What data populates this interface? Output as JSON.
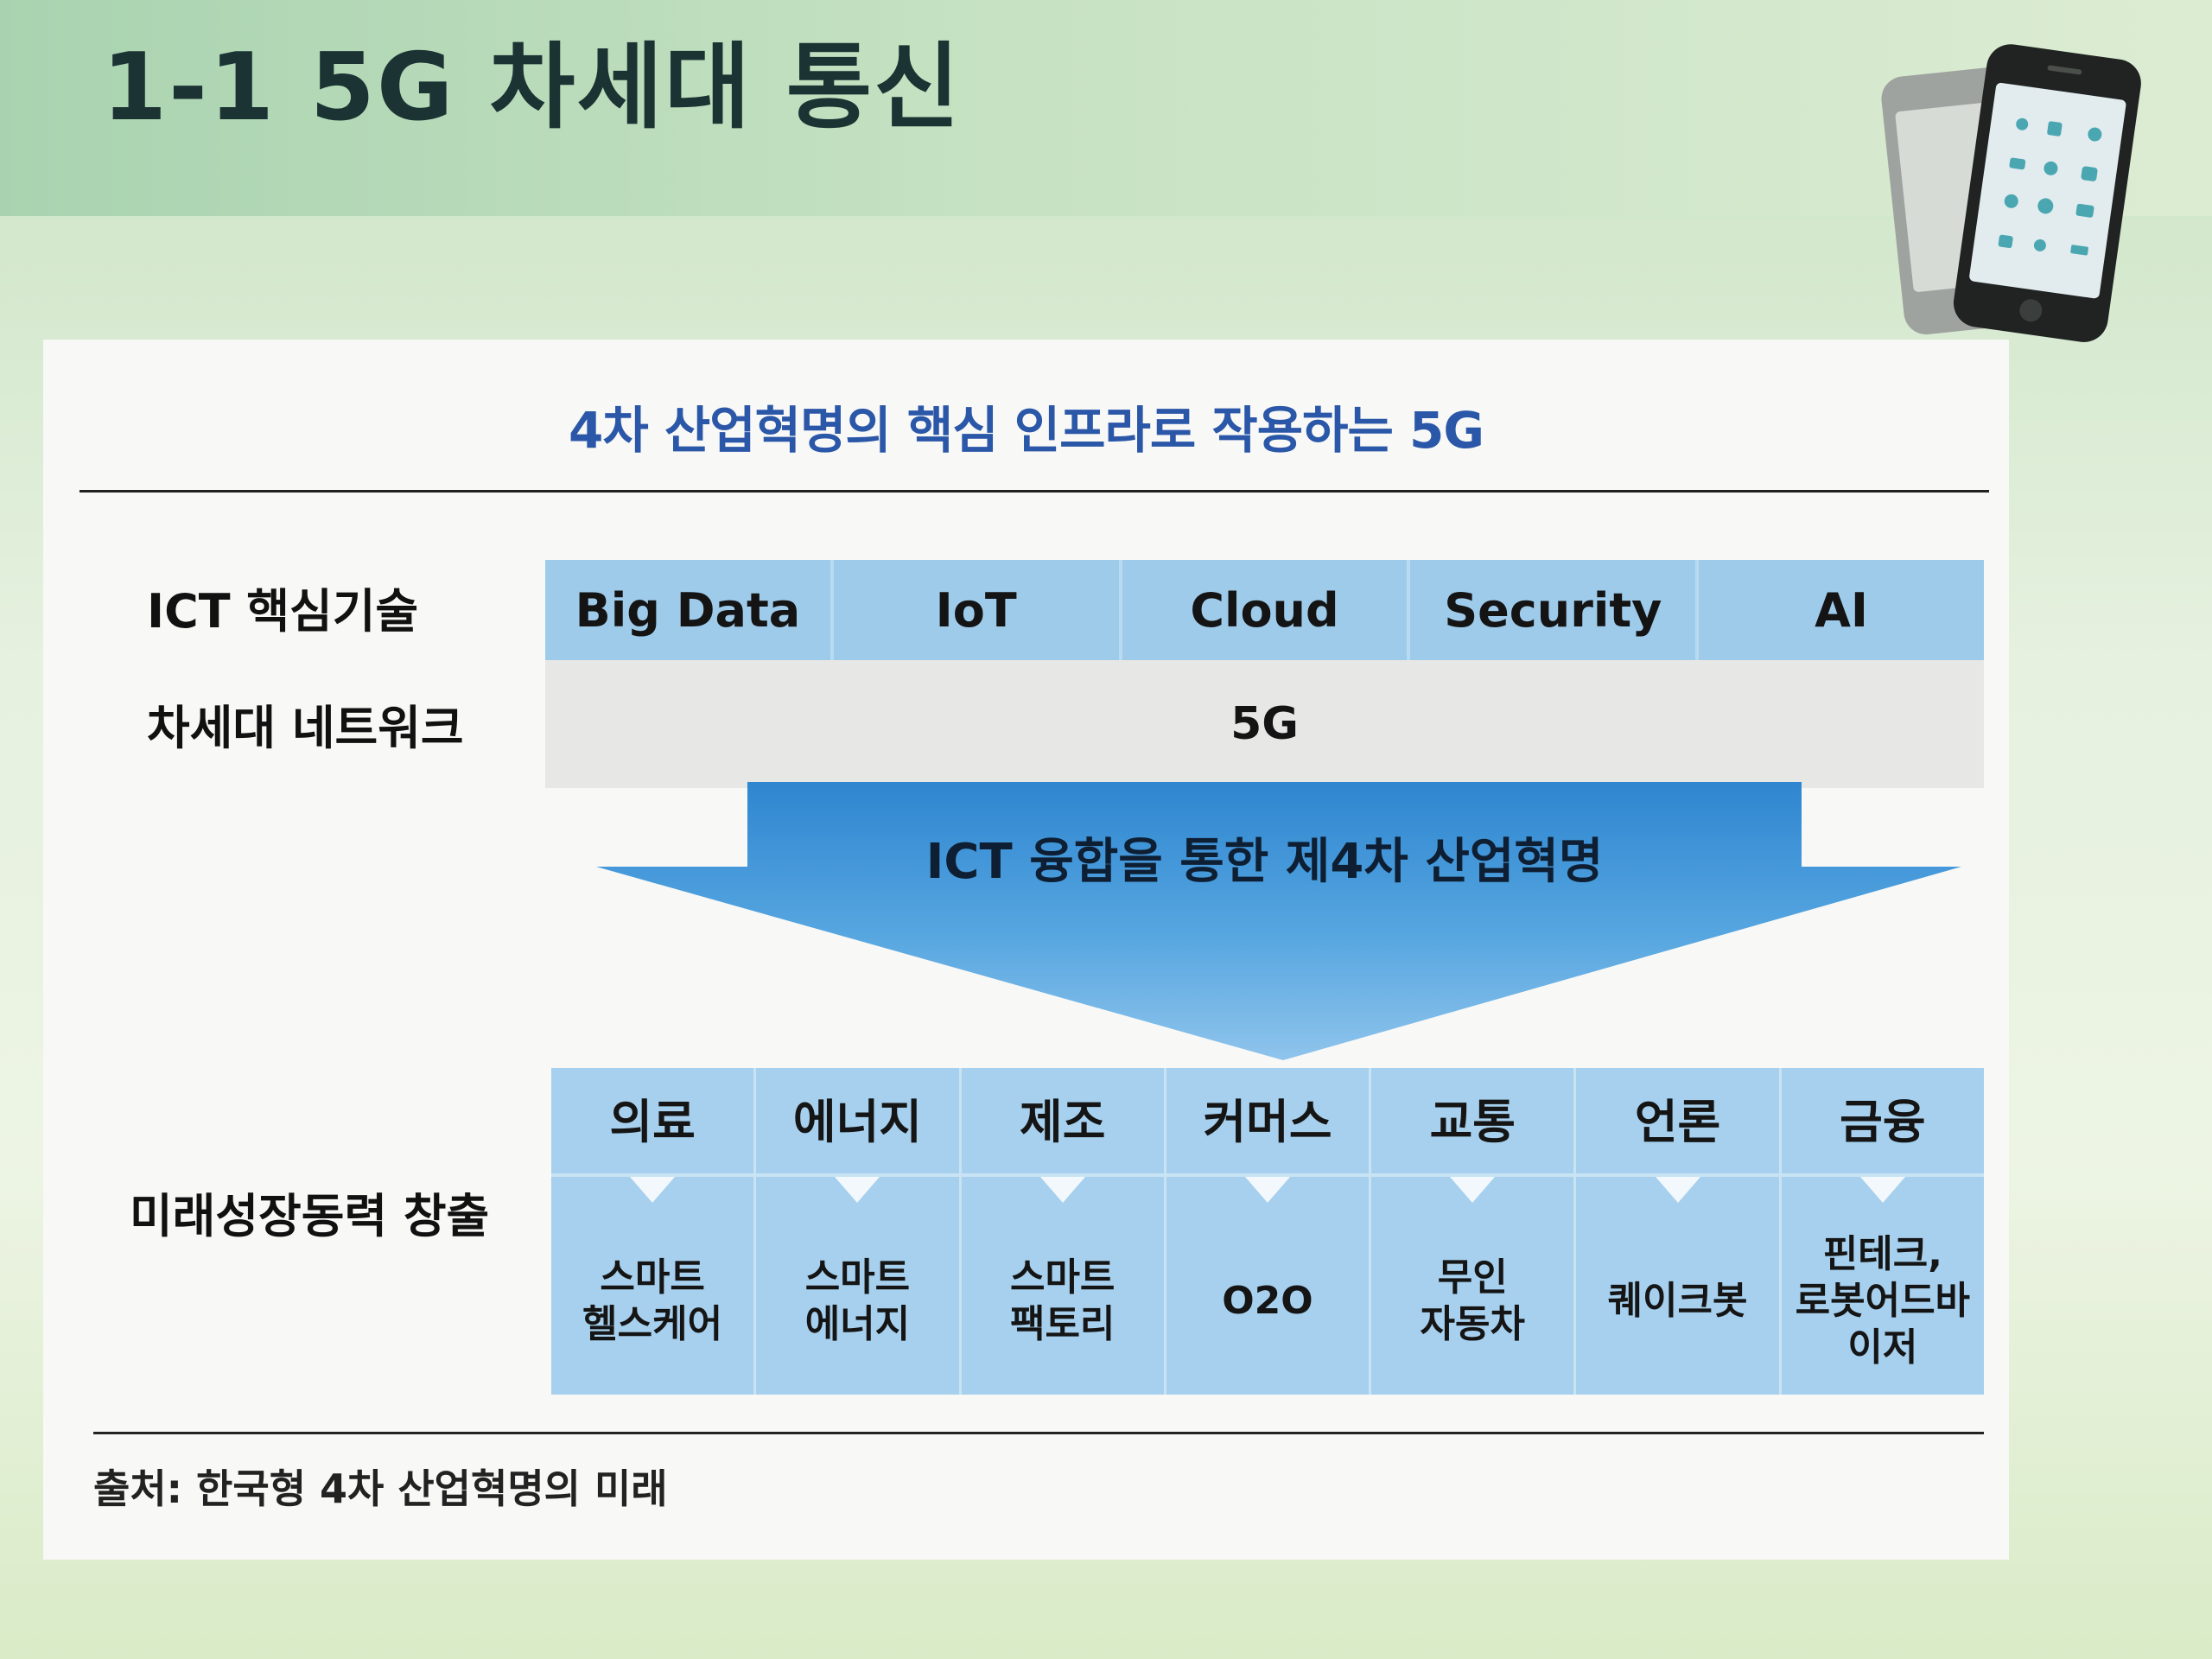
{
  "slide": {
    "title": "1-1 5G 차세대 통신"
  },
  "figure": {
    "title": "4차 산업혁명의 핵심 인프라로 작용하는 5G",
    "row_labels": {
      "tech": "ICT 핵심기술",
      "network": "차세대 네트워크",
      "future": "미래성장동력 창출"
    },
    "technologies": [
      "Big Data",
      "IoT",
      "Cloud",
      "Security",
      "AI"
    ],
    "network": "5G",
    "arrow_label": "ICT 융합을 통한 제4차 산업혁명",
    "industries": [
      {
        "name": "의료",
        "result": "스마트\n헬스케어"
      },
      {
        "name": "에너지",
        "result": "스마트\n에너지"
      },
      {
        "name": "제조",
        "result": "스마트\n팩토리"
      },
      {
        "name": "커머스",
        "result": "O2O"
      },
      {
        "name": "교통",
        "result": "무인\n자동차"
      },
      {
        "name": "언론",
        "result": "퀘이크봇"
      },
      {
        "name": "금융",
        "result": "핀테크,\n로봇어드바\n이저"
      }
    ],
    "source": "출처: 한국형 4차 산업혁명의 미래"
  },
  "colors": {
    "title_blue": "#2b57a8",
    "cell_blue": "#9fcbeb",
    "arrow_blue": "#3f95d8",
    "network_gray": "#e7e7e5"
  },
  "icons": {
    "decoration": "smartphone-icon"
  }
}
